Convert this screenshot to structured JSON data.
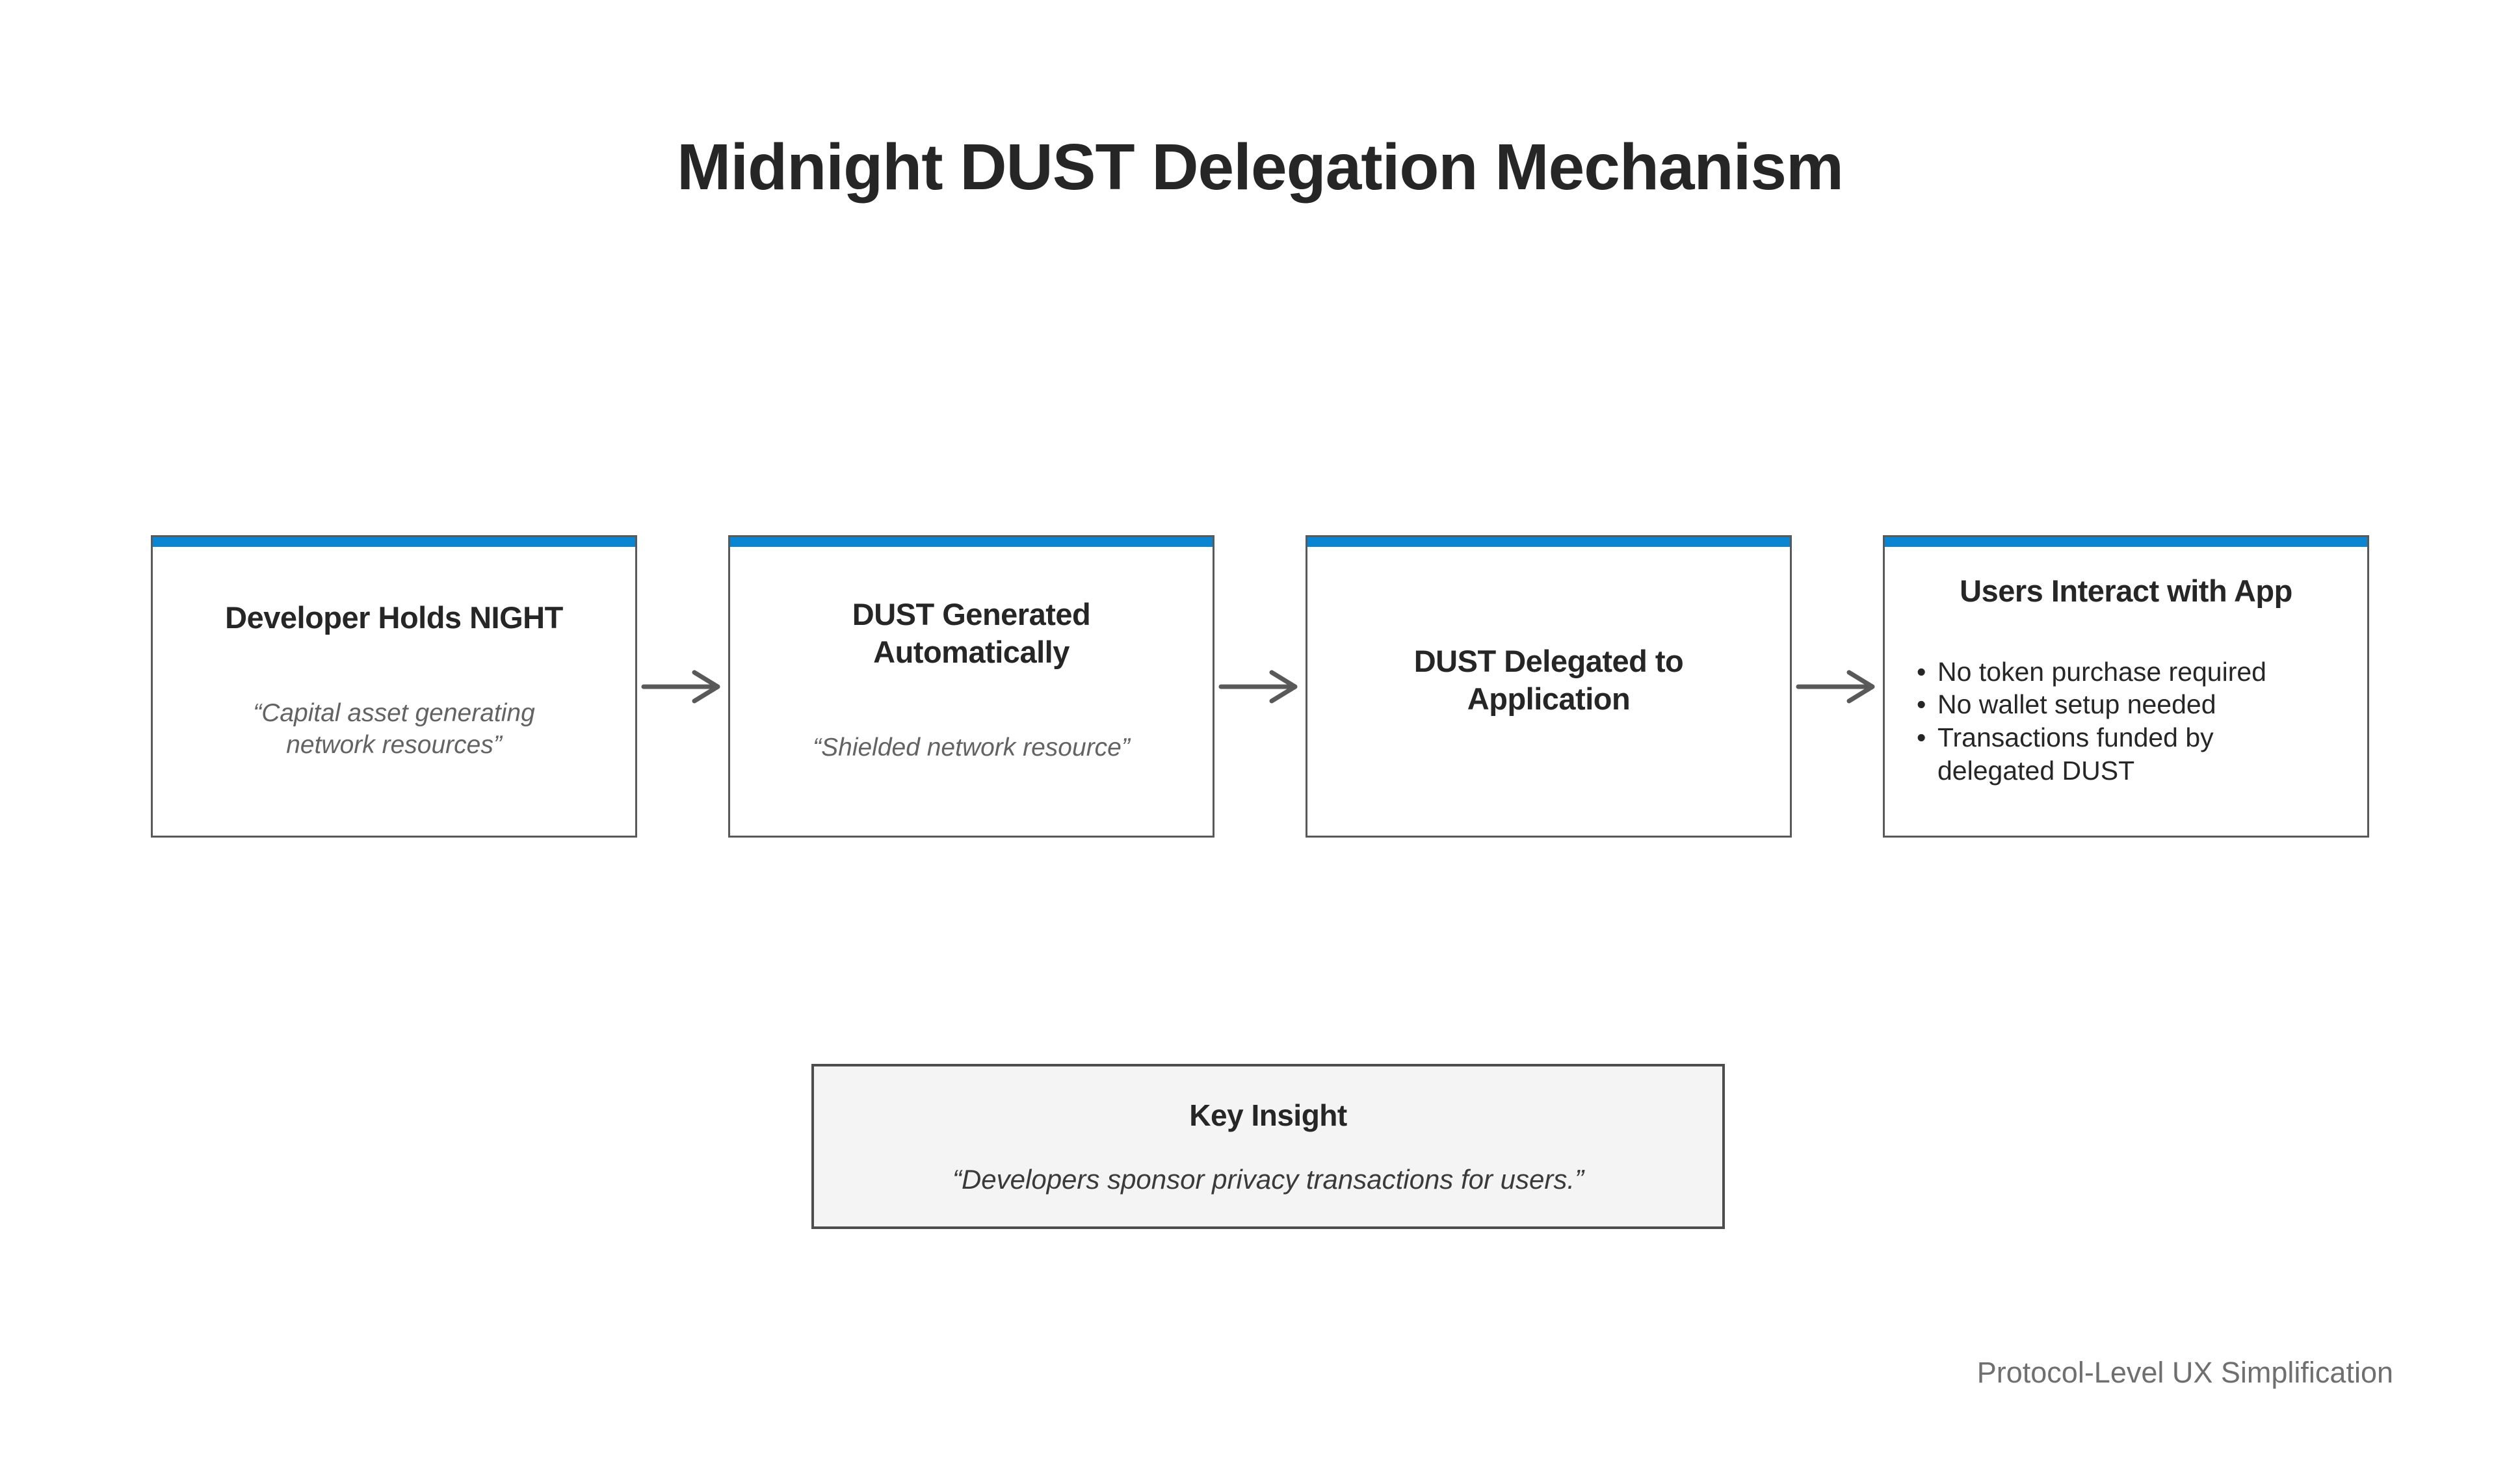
{
  "title": "Midnight DUST Delegation Mechanism",
  "flow": {
    "boxes": [
      {
        "title": "Developer Holds NIGHT",
        "quote": "“Capital asset generating network resources”"
      },
      {
        "title": "DUST Generated Automatically",
        "quote": "“Shielded network resource”"
      },
      {
        "title": "DUST Delegated to Application"
      },
      {
        "title": "Users Interact with App",
        "bullets": [
          "No token purchase required",
          "No wallet setup needed",
          "Transactions funded by delegated DUST"
        ]
      }
    ]
  },
  "key_insight": {
    "title": "Key Insight",
    "quote": "“Developers sponsor privacy transactions for users.”"
  },
  "footer": "Protocol-Level UX Simplification",
  "icons": {
    "arrow_right": "→"
  },
  "colors": {
    "accent_blue": "#0a85d1",
    "box_border": "#595959",
    "arrow_gray": "#595959",
    "title_text": "#262626",
    "quote_text": "#636363",
    "insight_bg": "#f4f4f4",
    "insight_border": "#4d4d4d",
    "insight_quote_text": "#3a3a3a",
    "footer_text": "#6f6f6f"
  }
}
